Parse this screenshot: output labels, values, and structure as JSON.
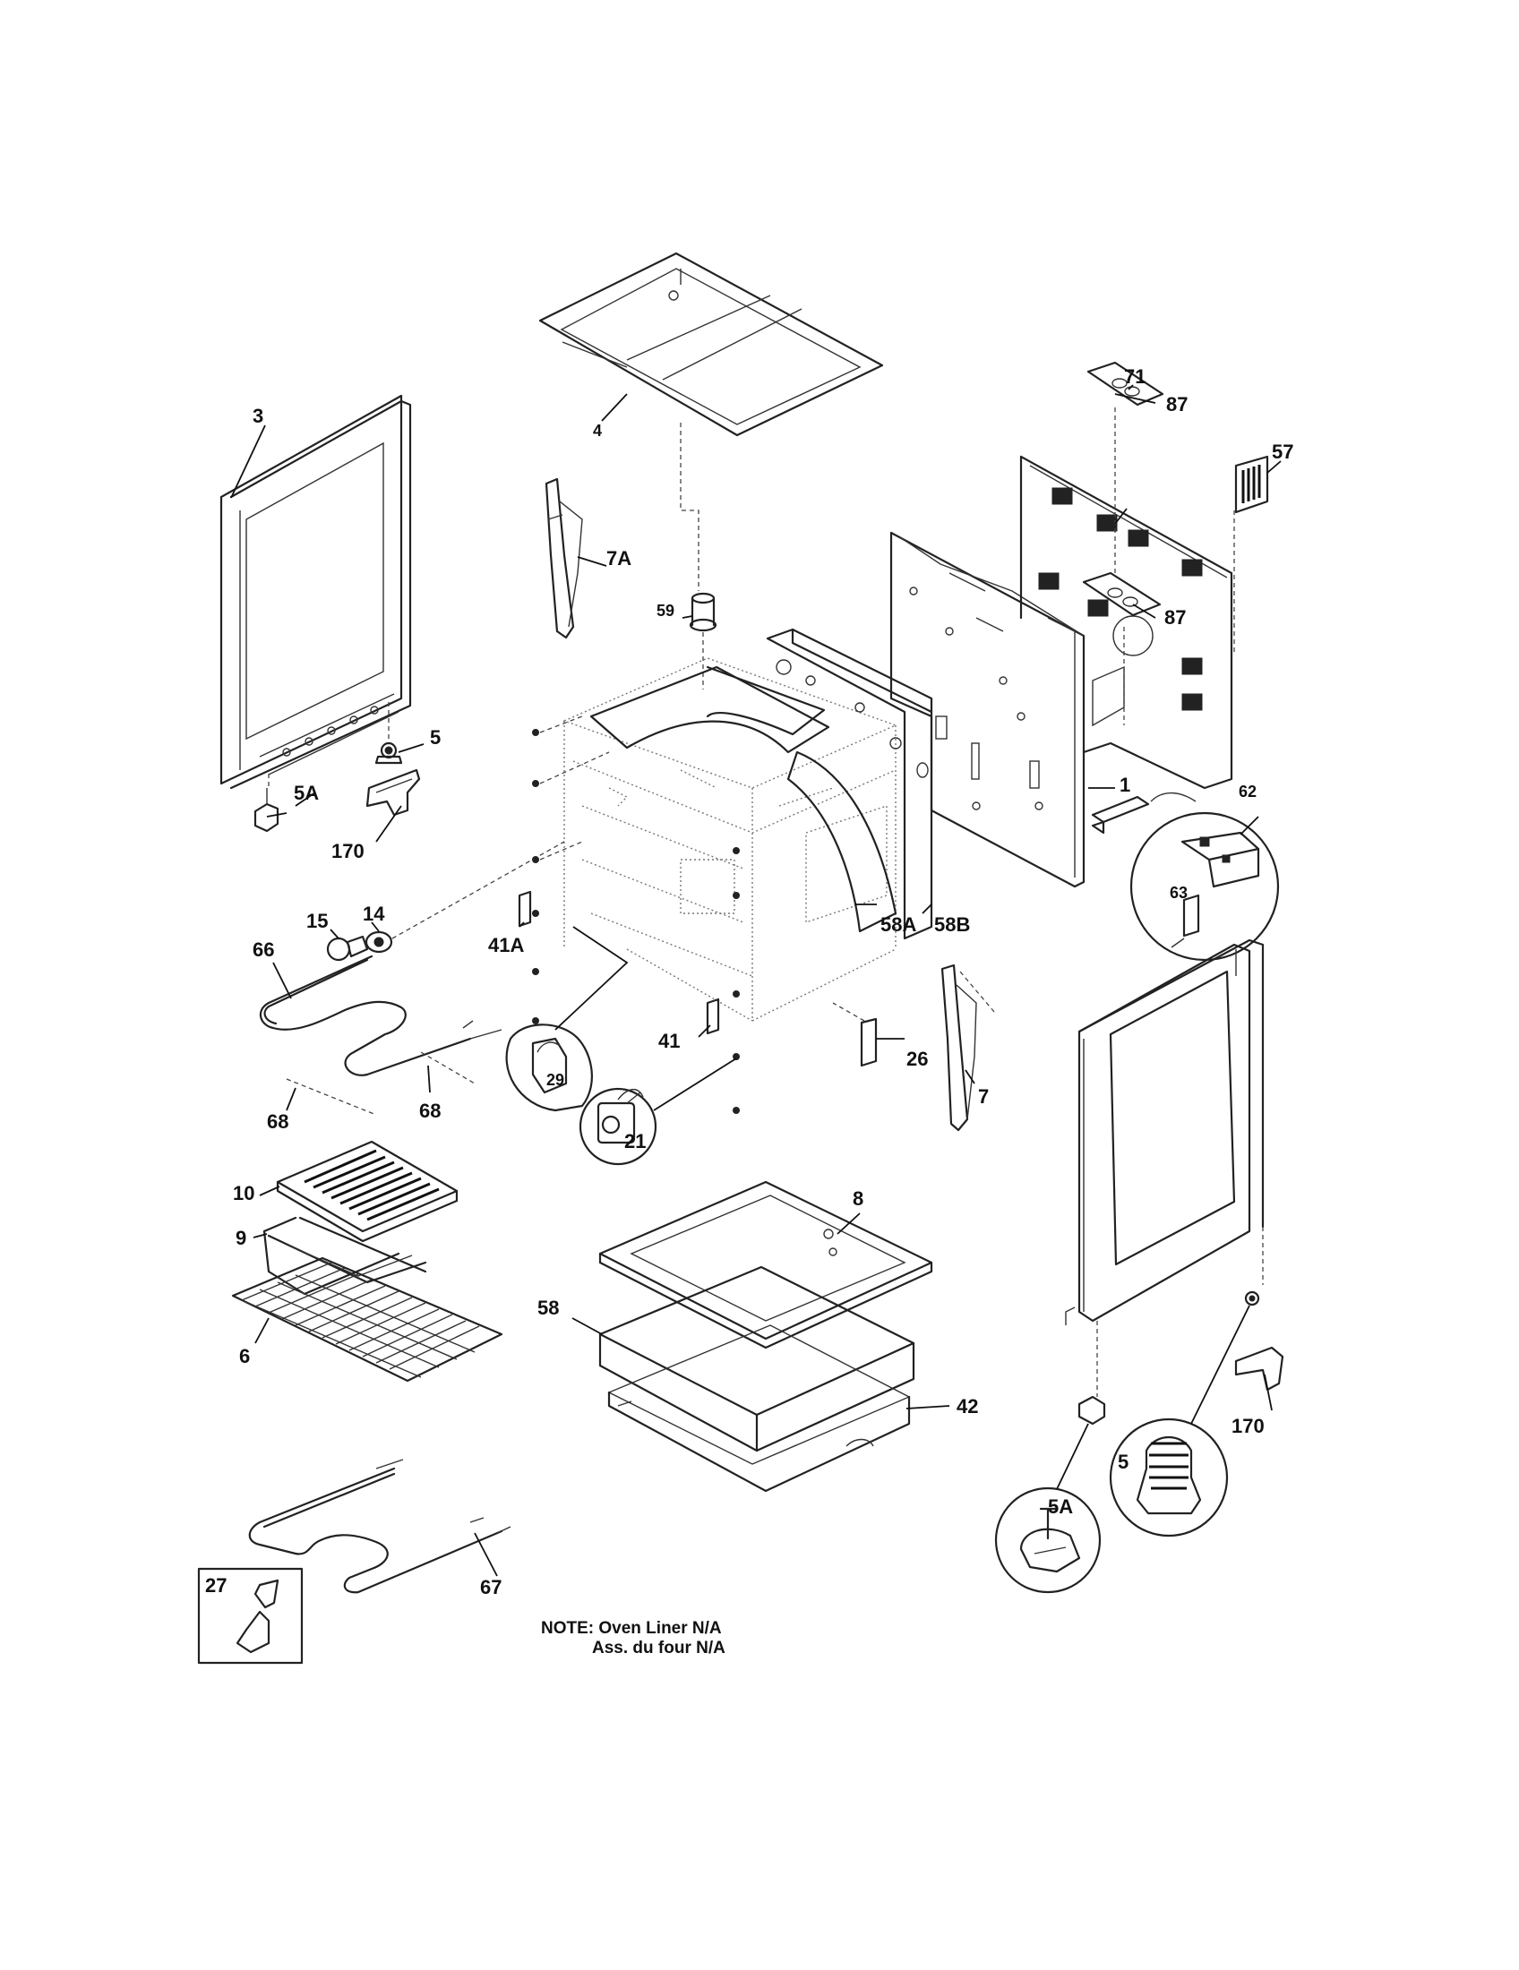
{
  "note": {
    "line1": "NOTE: Oven Liner N/A",
    "line2": "Ass. du four N/A"
  },
  "callouts": {
    "c3": "3",
    "c4": "4",
    "c87a": "87",
    "c57": "57",
    "c71": "71",
    "c87b": "87",
    "c7a": "7A",
    "c59": "59",
    "c5top": "5",
    "c5atop": "5A",
    "c170top": "170",
    "c15": "15",
    "c14": "14",
    "c1": "1",
    "c62": "62",
    "c63": "63",
    "c41a": "41A",
    "c58a": "58A",
    "c58b": "58B",
    "c66": "66",
    "c41": "41",
    "c26": "26",
    "c29": "29",
    "c68a": "68",
    "c68b": "68",
    "c21": "21",
    "c7": "7",
    "c10": "10",
    "c9": "9",
    "c6": "6",
    "c8": "8",
    "c58": "58",
    "c42": "42",
    "c170bot": "170",
    "c5bot": "5",
    "c5abot": "5A",
    "c27": "27",
    "c67": "67"
  }
}
